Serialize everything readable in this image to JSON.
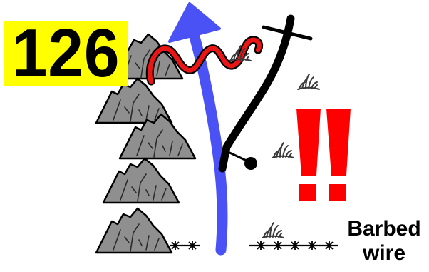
{
  "diagram": {
    "number": "126",
    "label_line1": "Barbed",
    "label_line2": "wire"
  },
  "colors": {
    "badge": "#ffff00",
    "route_arrow": "#4b52f5",
    "squiggle": "#e81616",
    "warning": "#ff0000",
    "rock": "#8f8f8f",
    "ink": "#000000"
  },
  "icons": [
    "rock-icon",
    "grass-tuft-icon",
    "exclamation-icon",
    "barbed-wire-icon"
  ]
}
